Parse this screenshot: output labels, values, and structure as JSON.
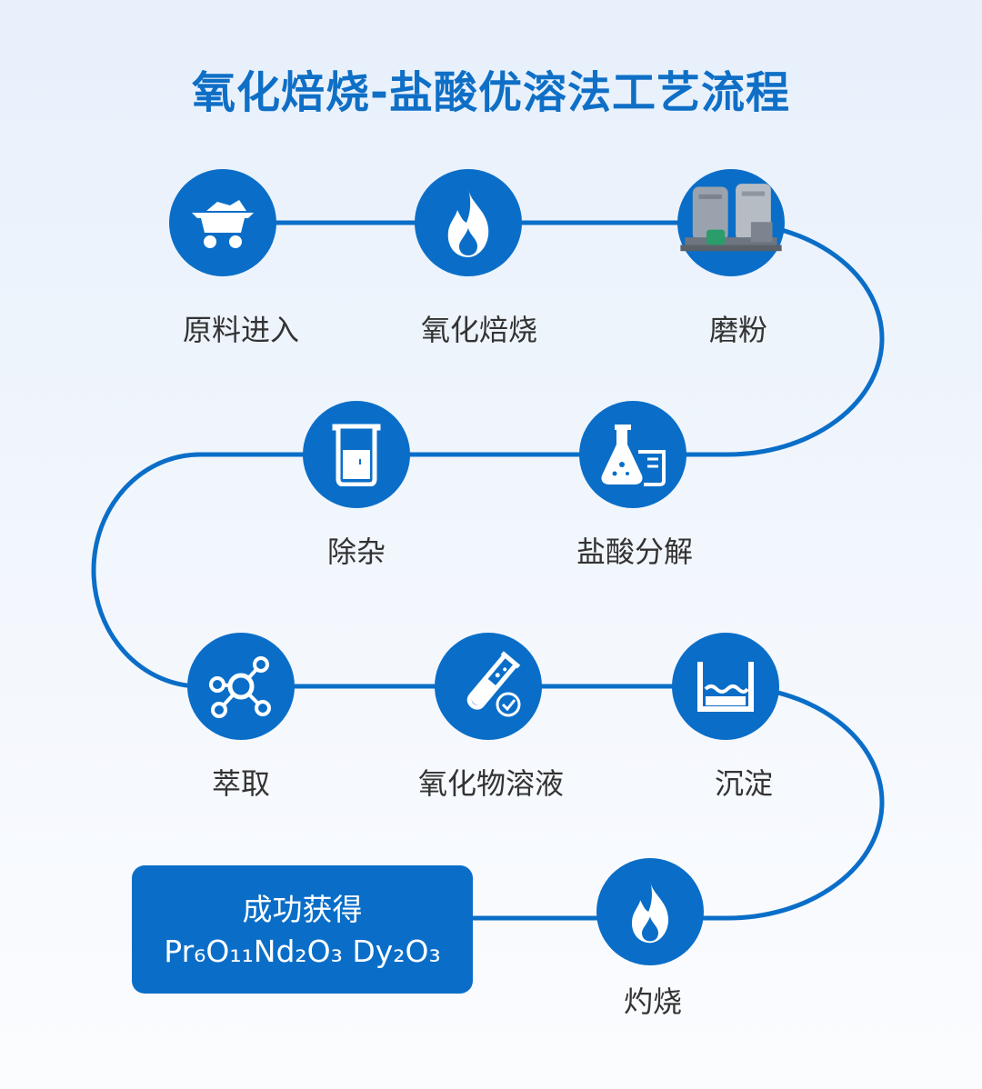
{
  "title": "氧化焙烧-盐酸优溶法工艺流程",
  "colors": {
    "primary": "#0a6ec8",
    "title": "#0f6fc6",
    "label": "#333333"
  },
  "steps": [
    {
      "label": "原料进入",
      "icon": "mine-cart-icon"
    },
    {
      "label": "氧化焙烧",
      "icon": "flame-icon"
    },
    {
      "label": "磨粉",
      "icon": "grinding-mill-image"
    },
    {
      "label": "盐酸分解",
      "icon": "flask-icon"
    },
    {
      "label": "除杂",
      "icon": "beaker-icon"
    },
    {
      "label": "萃取",
      "icon": "molecule-icon"
    },
    {
      "label": "氧化物溶液",
      "icon": "test-tube-icon"
    },
    {
      "label": "沉淀",
      "icon": "sediment-tank-icon"
    },
    {
      "label": "灼烧",
      "icon": "flame-icon"
    }
  ],
  "result": {
    "line1": "成功获得",
    "line2": "Pr₆O₁₁Nd₂O₃ Dy₂O₃"
  }
}
